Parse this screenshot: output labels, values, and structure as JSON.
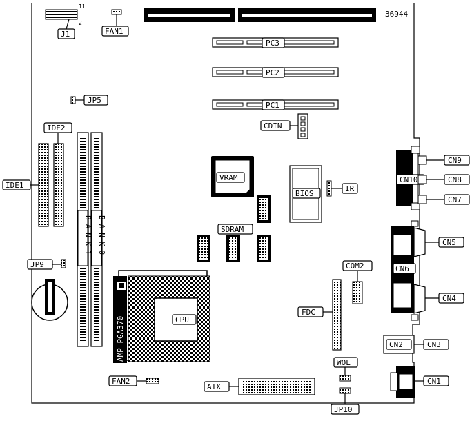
{
  "part_number": "36944",
  "j1_pins": {
    "top": "11",
    "bottom": "2"
  },
  "labels": {
    "j1": "J1",
    "fan1": "FAN1",
    "pc3": "PC3",
    "pc2": "PC2",
    "pc1": "PC1",
    "jp5": "JP5",
    "cdin": "CDIN",
    "ide2": "IDE2",
    "ide1": "IDE1",
    "bank1": "BANK1",
    "bank0": "BANK0",
    "vram": "VRAM",
    "bios": "BIOS",
    "ir": "IR",
    "sdram": "SDRAM",
    "jp9": "JP9",
    "com2": "COM2",
    "fdc": "FDC",
    "cpu": "CPU",
    "socket": "AMP PGA370",
    "cn9": "CN9",
    "cn10": "CN10",
    "cn8": "CN8",
    "cn7": "CN7",
    "cn5": "CN5",
    "cn6": "CN6",
    "cn4": "CN4",
    "cn2": "CN2",
    "cn3": "CN3",
    "cn1": "CN1",
    "fan2": "FAN2",
    "atx": "ATX",
    "wol": "WOL",
    "jp10": "JP10"
  }
}
